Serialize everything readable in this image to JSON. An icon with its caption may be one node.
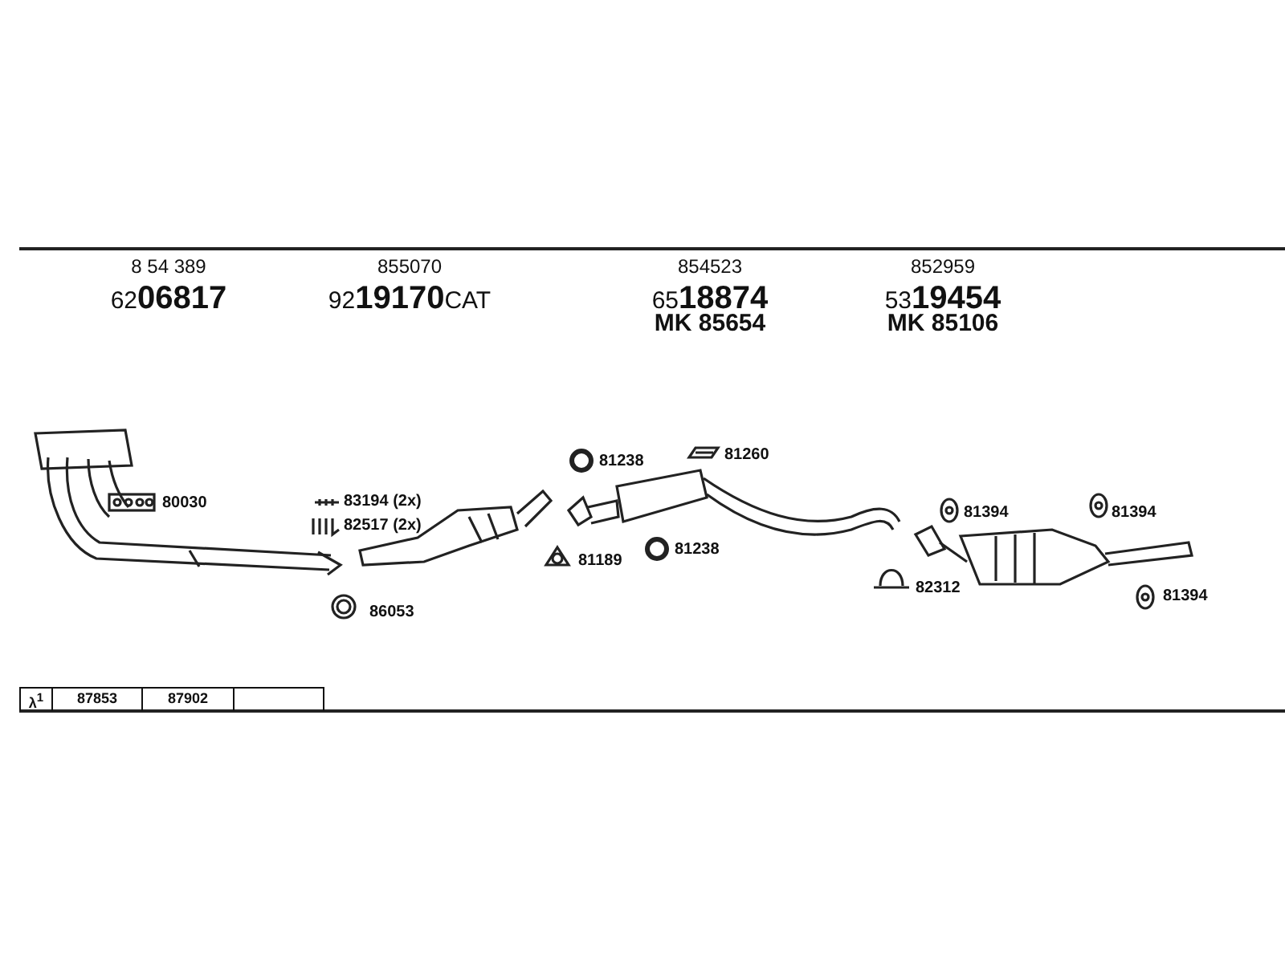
{
  "diagram": {
    "labels": [
      "8 54 389",
      "62**06817**",
      "855070",
      "92**19170**CAT",
      "854523",
      "65**18874**",
      "MK 85654",
      "852959",
      "53**19454**",
      "MK 85106",
      "81260",
      "81238",
      "80030",
      "83194 (2x)",
      "81394",
      "81394",
      "82517 (2x)",
      "81238",
      "81189",
      "82312",
      "81394",
      "86053",
      "λ$^{1}$",
      "87853",
      "87902"
    ]
  }
}
